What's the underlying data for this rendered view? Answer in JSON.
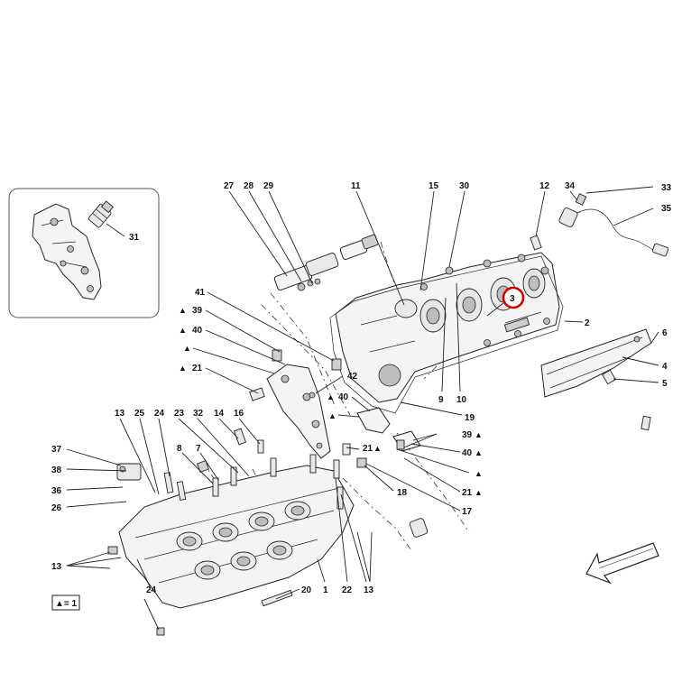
{
  "callouts": {
    "n27": "27",
    "n28": "28",
    "n29": "29",
    "n11": "11",
    "n15": "15",
    "n30": "30",
    "n12": "12",
    "n34": "34",
    "n33": "33",
    "n35": "35",
    "n31": "31",
    "n41": "41",
    "n39a": "39",
    "n40a": "40",
    "n21a": "21",
    "n42": "42",
    "n40b": "40",
    "n2": "2",
    "n6": "6",
    "n4": "4",
    "n5": "5",
    "n3": "3",
    "n9": "9",
    "n10": "10",
    "n19": "19",
    "n39b": "39",
    "n40c": "40",
    "n21b": "21",
    "n21c": "21",
    "n17": "17",
    "n18": "18",
    "n13a": "13",
    "n25": "25",
    "n24a": "24",
    "n23": "23",
    "n32": "32",
    "n14": "14",
    "n16": "16",
    "n37": "37",
    "n38": "38",
    "n36": "36",
    "n26": "26",
    "n8": "8",
    "n7": "7",
    "n13b": "13",
    "n24b": "24",
    "n20": "20",
    "n1": "1",
    "n22": "22",
    "n13c": "13"
  },
  "markers": {
    "triangle": "▲"
  },
  "legend": {
    "text": "▲= 1"
  },
  "highlight": {
    "label": "3",
    "color": "#d40000"
  },
  "colors": {
    "line": "#222222",
    "fill": "#f4f4f4",
    "highlight": "#d40000"
  },
  "icons": {
    "direction": "front-direction-arrow-icon",
    "inset": "inset-detail-frame"
  }
}
